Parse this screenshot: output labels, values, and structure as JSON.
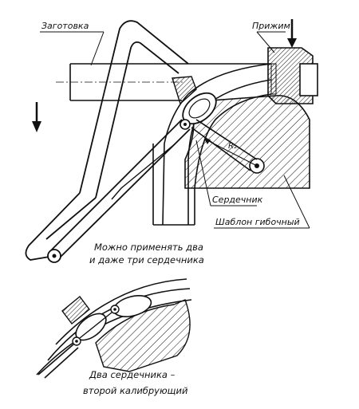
{
  "labels": {
    "workpiece": "Заготовка",
    "clamp": "Прижим",
    "mandrel": "Сердечник",
    "bending_template": "Шаблон гибочный",
    "radius": "R₂"
  },
  "captions": {
    "note_line1": "Можно применять два",
    "note_line2": "и даже три сердечника",
    "bottom_line1": "Два сердечника –",
    "bottom_line2": "второй калибрующий"
  },
  "colors": {
    "ink": "#111111",
    "paper": "#ffffff"
  }
}
